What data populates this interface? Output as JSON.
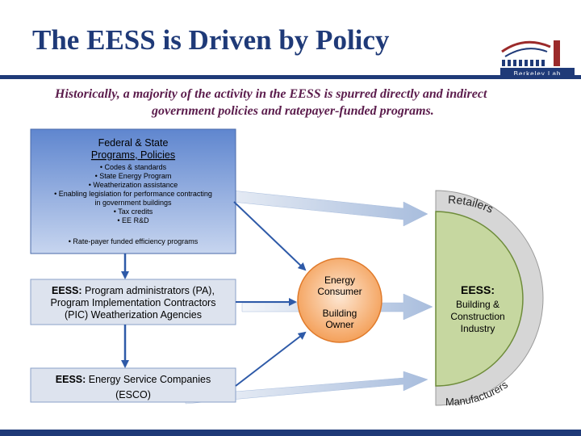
{
  "slide": {
    "title": "The EESS is Driven by Policy",
    "subtitle_line1": "Historically, a majority of the activity in the EESS is spurred directly and indirect",
    "subtitle_line2": "government policies and ratepayer-funded programs.",
    "logo_text": "Berkeley Lab"
  },
  "diagram": {
    "federal_box": {
      "title_line1": "Federal & State",
      "title_line2": "Programs, Policies",
      "items": [
        "• Codes & standards",
        "• State Energy Program",
        "• Weatherization assistance",
        "• Enabling legislation for performance contracting",
        "in government buildings",
        "• Tax credits",
        "• EE R&D",
        "• Rate-payer funded efficiency programs"
      ]
    },
    "pa_box": {
      "line1_bold": "EESS:",
      "line1_rest": " Program administrators (PA),",
      "line2": "Program Implementation Contractors",
      "line3": "(PIC) Weatherization Agencies"
    },
    "esco_box": {
      "line1_bold": "EESS:",
      "line1_rest": " Energy Service Companies",
      "line2": "(ESCO)"
    },
    "consumer_circle": {
      "line1": "Energy",
      "line2": "Consumer",
      "line3": "Building",
      "line4": "Owner"
    },
    "eess_half_circle": {
      "title": "EESS:",
      "line1": "Building &",
      "line2": "Construction",
      "line3": "Industry",
      "ring_top": "Retailers",
      "ring_bottom": "Manufacturers"
    },
    "colors": {
      "federal_box": "#7f9ed8",
      "pa_box": "#dde3ee",
      "esco_box": "#dde3ee",
      "consumer": "#f7a35c",
      "half_circle": "#c6d7a0",
      "ring": "#d3d3d3",
      "arrow": "#2e5aa8",
      "title": "#1f3a78",
      "subtitle": "#5b1c4c"
    }
  }
}
